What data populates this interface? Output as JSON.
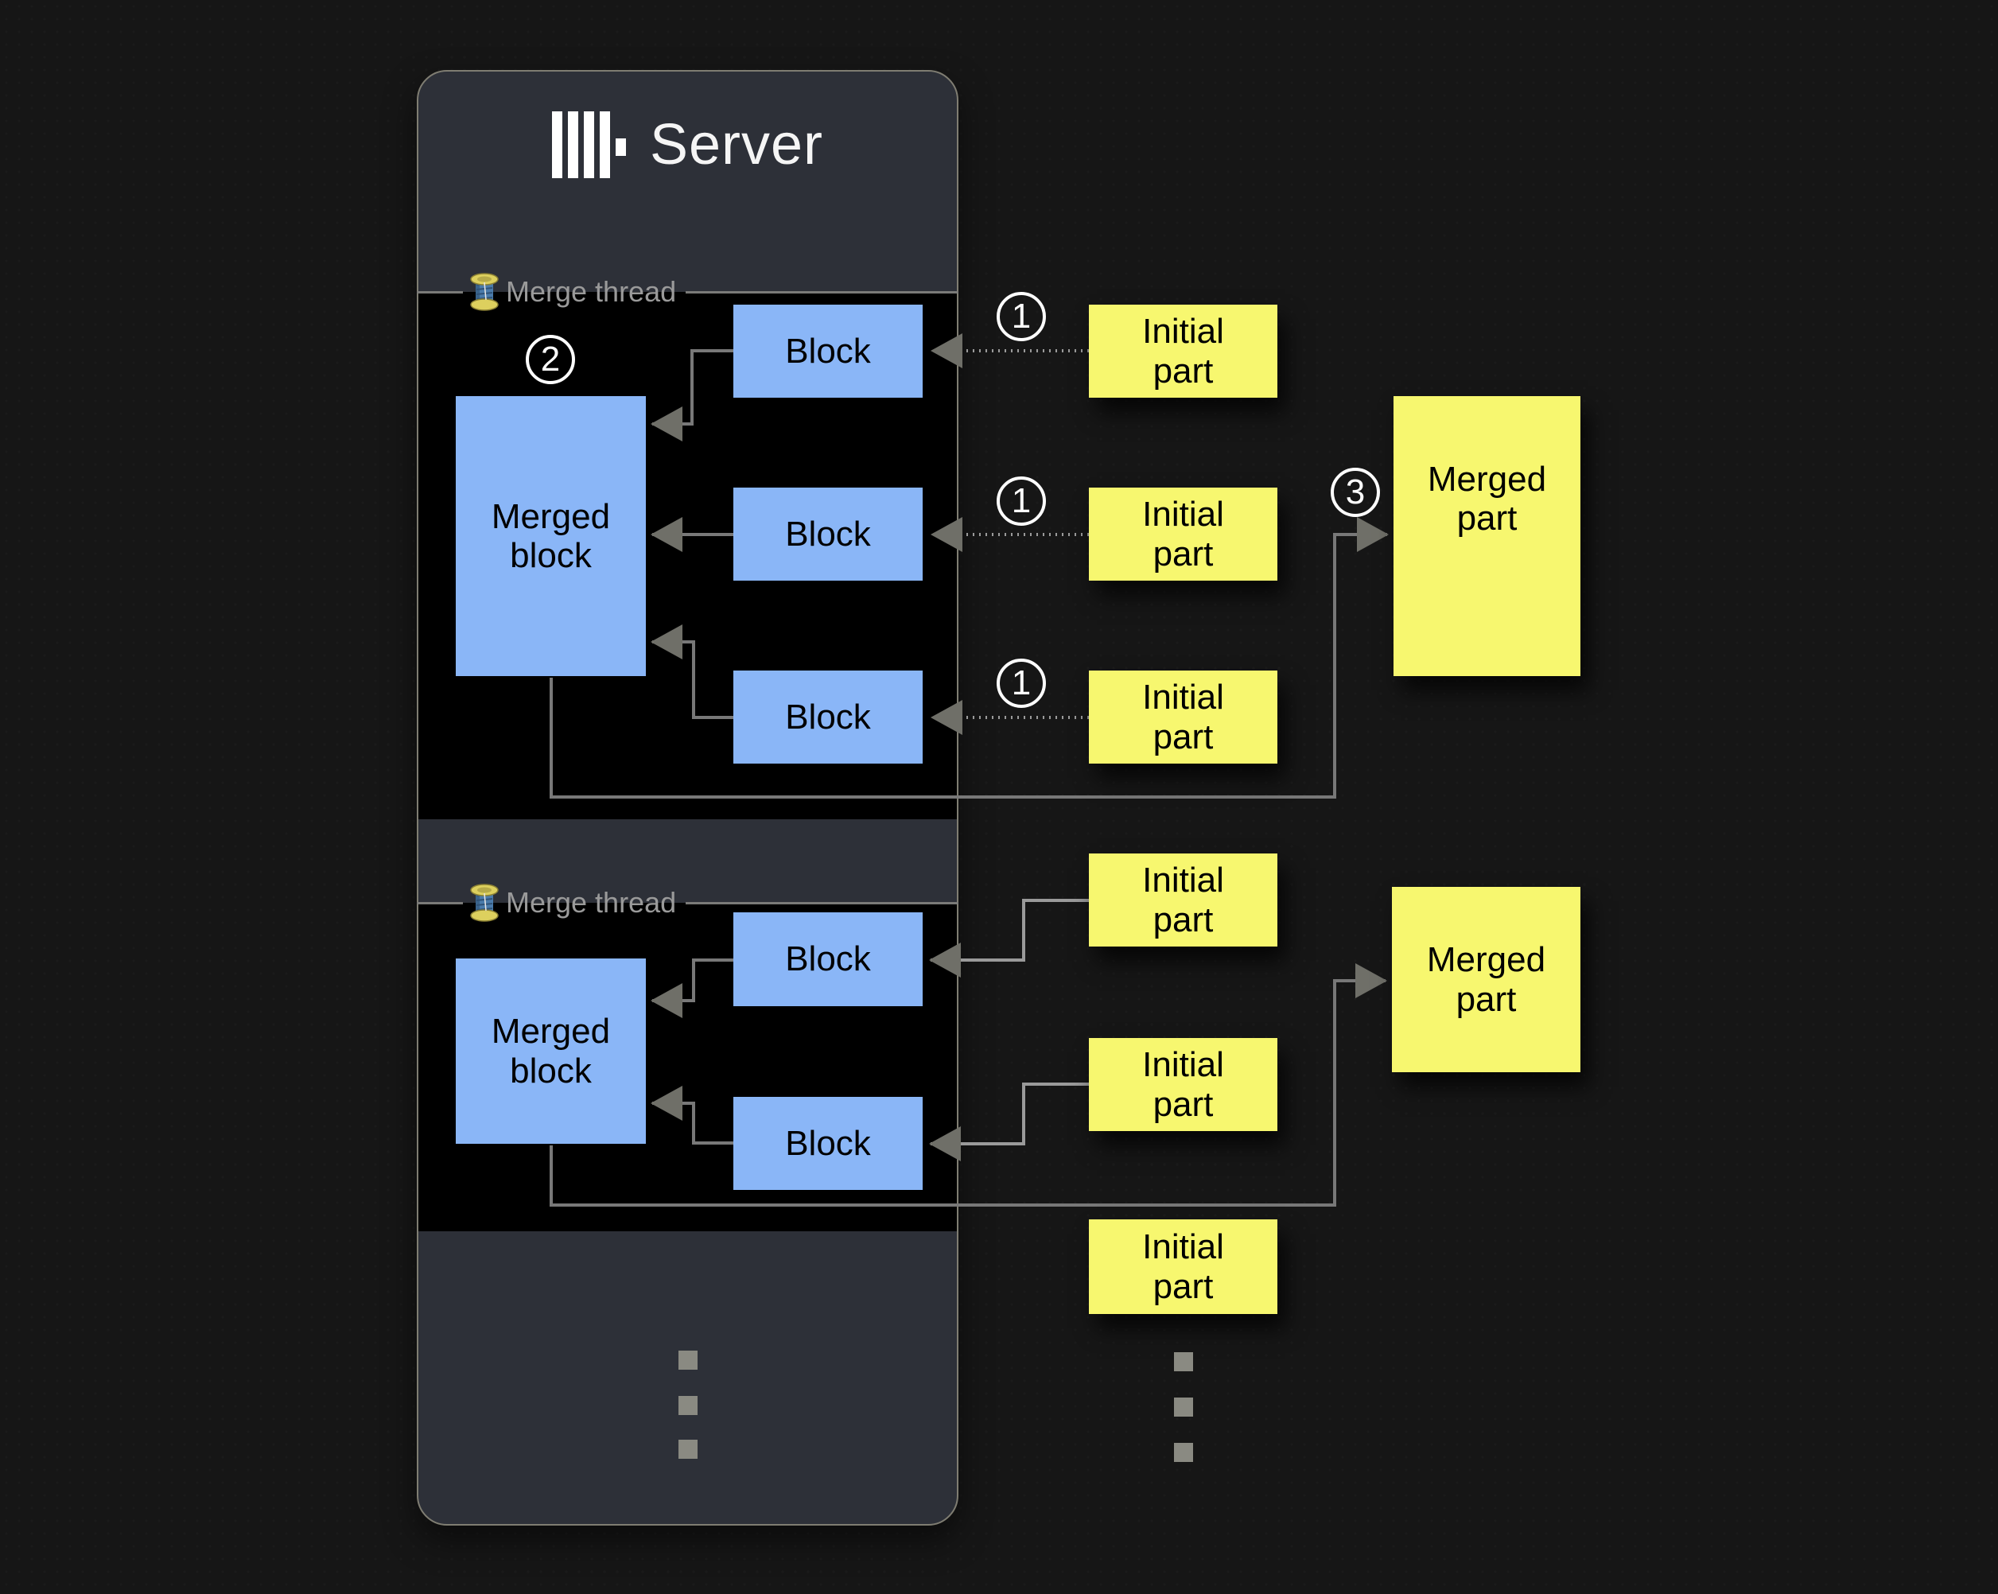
{
  "colors": {
    "background": "#161616",
    "panel": "#2d3038",
    "panel_border": "#7f7d72",
    "section": "#000000",
    "block_fill": "#8ab6f7",
    "part_fill": "#f7f76f",
    "line_light": "#9a9a9a",
    "line_mid": "#787878",
    "arrowhead": "#6f6f68",
    "thread_label": "#9a9a9a",
    "title": "#f5f5f5",
    "legend_line": "#7a7a78",
    "dot": "#8a8a82"
  },
  "server": {
    "title": "Server"
  },
  "threads": {
    "label": "Merge thread"
  },
  "steps": {
    "s1": "1",
    "s2": "2",
    "s3": "3"
  },
  "boxes": {
    "block": "Block",
    "merged_block": [
      "Merged",
      "block"
    ],
    "initial_part": [
      "Initial",
      "part"
    ],
    "merged_part": [
      "Merged",
      "part"
    ]
  }
}
